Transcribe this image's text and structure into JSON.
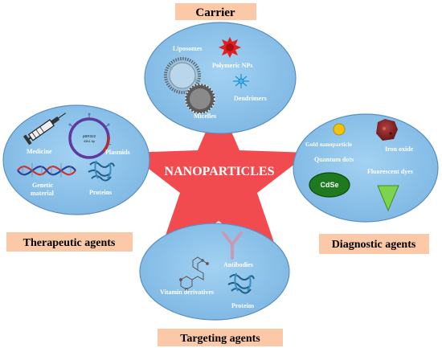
{
  "center_title": "NANOPARTICLES",
  "colors": {
    "star": "#f24b4f",
    "ellipse": "#87c1e9",
    "ellipse_edge": "#5b8fc2",
    "section_box": "#fbc8a8",
    "cdse": "#1f7a1f",
    "gold": "#f4c20d",
    "iron_oxide": "#8a2323",
    "dye": "#7dd34b"
  },
  "carrier": {
    "title": "Carrier",
    "items": {
      "liposomes": "Liposomes",
      "polymeric": "Polymeric NPs",
      "dendrimers": "Dendrimers",
      "micelles": "Micelles"
    }
  },
  "therapeutic": {
    "title": "Therapeutic agents",
    "items": {
      "medicine": "Medicine",
      "plasmids": "Plasmids",
      "genetic_line1": "Genetic",
      "genetic_line2": "material",
      "proteins": "Proteins"
    },
    "plasmid_label_line1": "pBR322",
    "plasmid_label_line2": "4361 bp"
  },
  "diagnostic": {
    "title": "Diagnostic agents",
    "items": {
      "gold": "Gold nanoparticle",
      "iron": "Iron oxide",
      "qdots": "Quantum dots",
      "cdse": "CdSe",
      "dyes": "Fluorescent dyes"
    }
  },
  "targeting": {
    "title": "Targeting agents",
    "items": {
      "antibodies": "Antibodies",
      "vitamin": "Vitamin derivatives",
      "proteins": "Proteins"
    }
  },
  "icons": [
    "syringe-icon",
    "plasmid-icon",
    "dna-icon",
    "protein-icon",
    "liposome-icon",
    "polymeric-np-icon",
    "dendrimer-icon",
    "micelle-icon",
    "gold-nanoparticle-icon",
    "iron-oxide-icon",
    "cdse-qdot-icon",
    "fluorescent-dye-icon",
    "antibody-icon",
    "vitamin-molecule-icon"
  ]
}
